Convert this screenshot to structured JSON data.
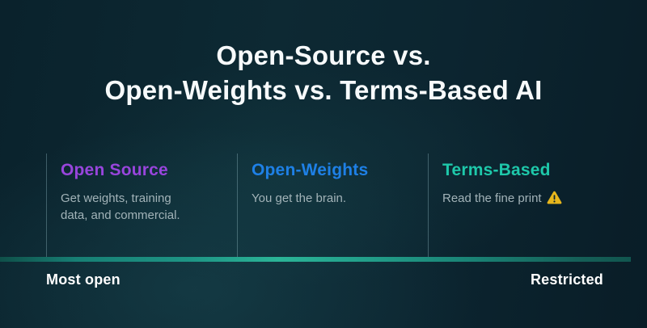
{
  "title": {
    "line1": "Open-Source vs.",
    "line2": "Open-Weights vs. Terms-Based AI"
  },
  "columns": [
    {
      "heading": "Open Source",
      "description": "Get weights, training data, and commercial.",
      "accent": "#9845dc"
    },
    {
      "heading": "Open-Weights",
      "description": "You get the brain.",
      "accent": "#1e80e6"
    },
    {
      "heading": "Terms-Based",
      "description": "Read the fine print",
      "accent": "#1ec8aa",
      "icon": "warning-triangle-icon",
      "icon_color": "#e7b61c"
    }
  ],
  "spectrum": {
    "left_label": "Most open",
    "right_label": "Restricted",
    "bar_colors": [
      "#0f5049",
      "#2bb497",
      "#11564f"
    ]
  },
  "colors": {
    "background": "#0c2530",
    "title_text": "#f7fafb",
    "description_text": "#a2b3b8",
    "divider": "#96bec4"
  }
}
